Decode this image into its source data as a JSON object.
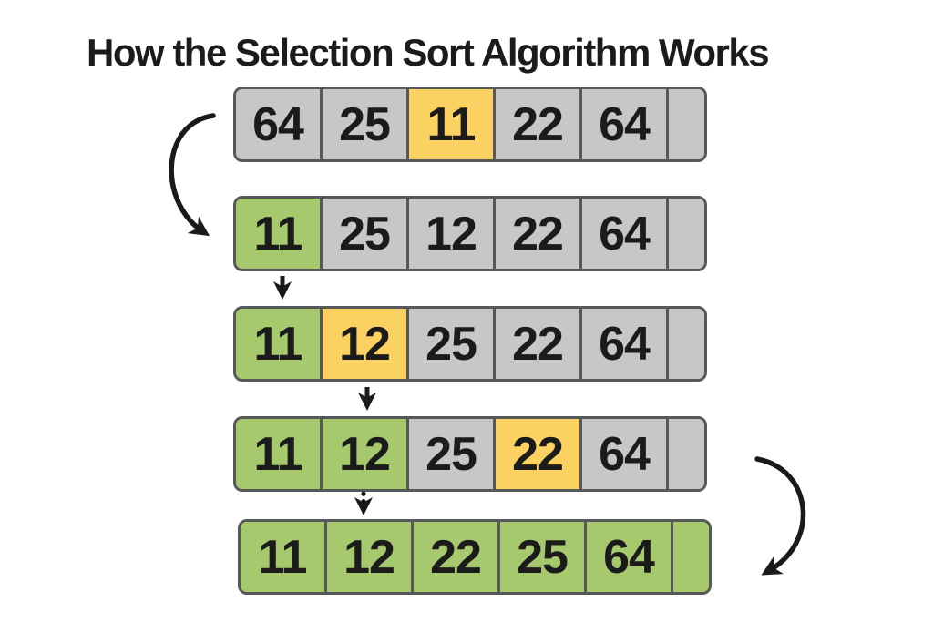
{
  "title": "How the Selection Sort Algorithm Works",
  "colors": {
    "unsorted_cell": "#c7c7c8",
    "sorted_cell": "#a6c96e",
    "highlight_cell": "#fbd161",
    "cell_border": "#57585a",
    "text": "#1b1b1b",
    "arrow": "#1a1a1a",
    "background": "#ffffff"
  },
  "steps": [
    {
      "label": "step-1",
      "cells": [
        {
          "value": "64",
          "state": "gray"
        },
        {
          "value": "25",
          "state": "gray"
        },
        {
          "value": "11",
          "state": "yellow"
        },
        {
          "value": "22",
          "state": "gray"
        },
        {
          "value": "64",
          "state": "gray"
        },
        {
          "value": "",
          "state": "gray"
        }
      ]
    },
    {
      "label": "step-2",
      "cells": [
        {
          "value": "11",
          "state": "green"
        },
        {
          "value": "25",
          "state": "gray"
        },
        {
          "value": "12",
          "state": "gray"
        },
        {
          "value": "22",
          "state": "gray"
        },
        {
          "value": "64",
          "state": "gray"
        },
        {
          "value": "",
          "state": "gray"
        }
      ]
    },
    {
      "label": "step-3",
      "cells": [
        {
          "value": "11",
          "state": "green"
        },
        {
          "value": "12",
          "state": "yellow"
        },
        {
          "value": "25",
          "state": "gray"
        },
        {
          "value": "22",
          "state": "gray"
        },
        {
          "value": "64",
          "state": "gray"
        },
        {
          "value": "",
          "state": "gray"
        }
      ]
    },
    {
      "label": "step-4",
      "cells": [
        {
          "value": "11",
          "state": "green"
        },
        {
          "value": "12",
          "state": "green"
        },
        {
          "value": "25",
          "state": "gray"
        },
        {
          "value": "22",
          "state": "yellow"
        },
        {
          "value": "64",
          "state": "gray"
        },
        {
          "value": "",
          "state": "gray"
        }
      ]
    },
    {
      "label": "step-5",
      "cells": [
        {
          "value": "11",
          "state": "green"
        },
        {
          "value": "12",
          "state": "green"
        },
        {
          "value": "22",
          "state": "green"
        },
        {
          "value": "25",
          "state": "green"
        },
        {
          "value": "64",
          "state": "green"
        },
        {
          "value": "",
          "state": "green"
        }
      ]
    }
  ],
  "icons": {
    "swap_left": "curved-swap-arrow-left-icon",
    "down_1": "down-arrow-icon",
    "down_2": "down-arrow-icon",
    "down_dashed": "dashed-down-arrow-icon",
    "swap_right": "curved-swap-arrow-right-icon"
  }
}
